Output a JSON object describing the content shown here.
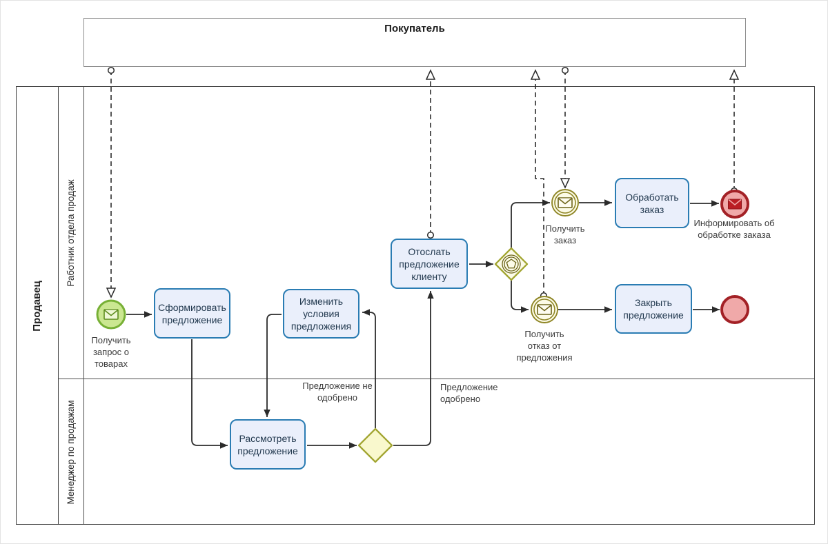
{
  "pools": {
    "buyer": {
      "label": "Покупатель"
    },
    "seller": {
      "label": "Продавец",
      "lane_top": "Работник отдела продаж",
      "lane_bottom": "Менеджер по продажам"
    }
  },
  "tasks": {
    "form_offer": "Сформировать предложение",
    "change_terms": "Изменить условия предложения",
    "send_offer": "Отослать предложение клиенту",
    "review_offer": "Рассмотреть предложение",
    "process_order": "Обработать заказ",
    "close_offer": "Закрыть предложение"
  },
  "events": {
    "start": "Получить запрос о товарах",
    "receive_order": "Получить заказ",
    "receive_rejection": "Получить отказ от предложения",
    "end_inform": "Информировать об обработке заказа"
  },
  "flow_labels": {
    "not_approved": "Предложение не одобрено",
    "approved": "Предложение одобрено"
  },
  "icons": {
    "start_event_icon": "envelope",
    "receive_order_icon": "envelope",
    "receive_rejection_icon": "envelope",
    "end_message_icon": "envelope",
    "event_gateway_icon": "pentagon-in-double-circle"
  },
  "colors": {
    "task_fill": "#eaeffb",
    "task_border": "#2a7cb3",
    "task_text": "#22394f",
    "start_fill": "#cbe791",
    "start_border": "#77b035",
    "catch_fill": "#fcfbe7",
    "catch_border": "#8f8626",
    "end_fill": "#f0a9a9",
    "end_border": "#a32126",
    "end_envelope": "#bb1e24",
    "gateway_fill": "#f9f8cd",
    "gateway_border": "#a2a531",
    "flow": "#2b2b2b",
    "label_text": "#3b3b3b"
  }
}
